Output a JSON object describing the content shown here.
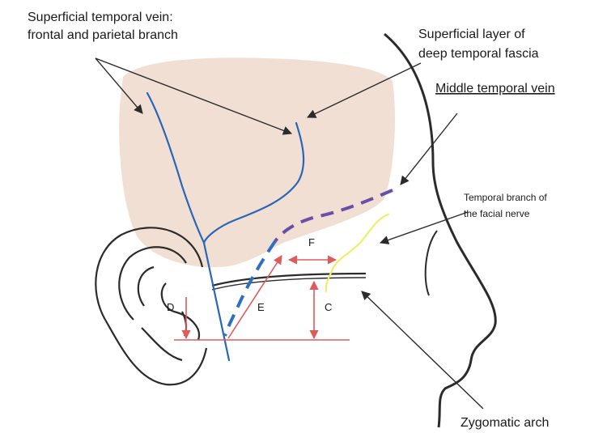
{
  "labels": {
    "superficial_temporal_vein": [
      "Superficial temporal vein:",
      "frontal and parietal branch"
    ],
    "deep_temporal_fascia": [
      "Superficial layer of",
      "deep temporal fascia"
    ],
    "middle_temporal_vein": "Middle temporal vein",
    "facial_nerve_branch": [
      "Temporal branch of",
      "the facial nerve"
    ],
    "zygomatic_arch": "Zygomatic arch"
  },
  "measurements": {
    "c": "C",
    "d": "D",
    "e": "E",
    "f": "F"
  },
  "colors": {
    "fascia": "#f1dfd4",
    "vein": "#2a66b8",
    "middle_vein_dash_purple": "#6a4fa8",
    "middle_vein_dash_blue": "#2f6fc2",
    "nerve": "#eaf06a",
    "measure": "#e05a5a",
    "outline": "#2b2b2b"
  }
}
